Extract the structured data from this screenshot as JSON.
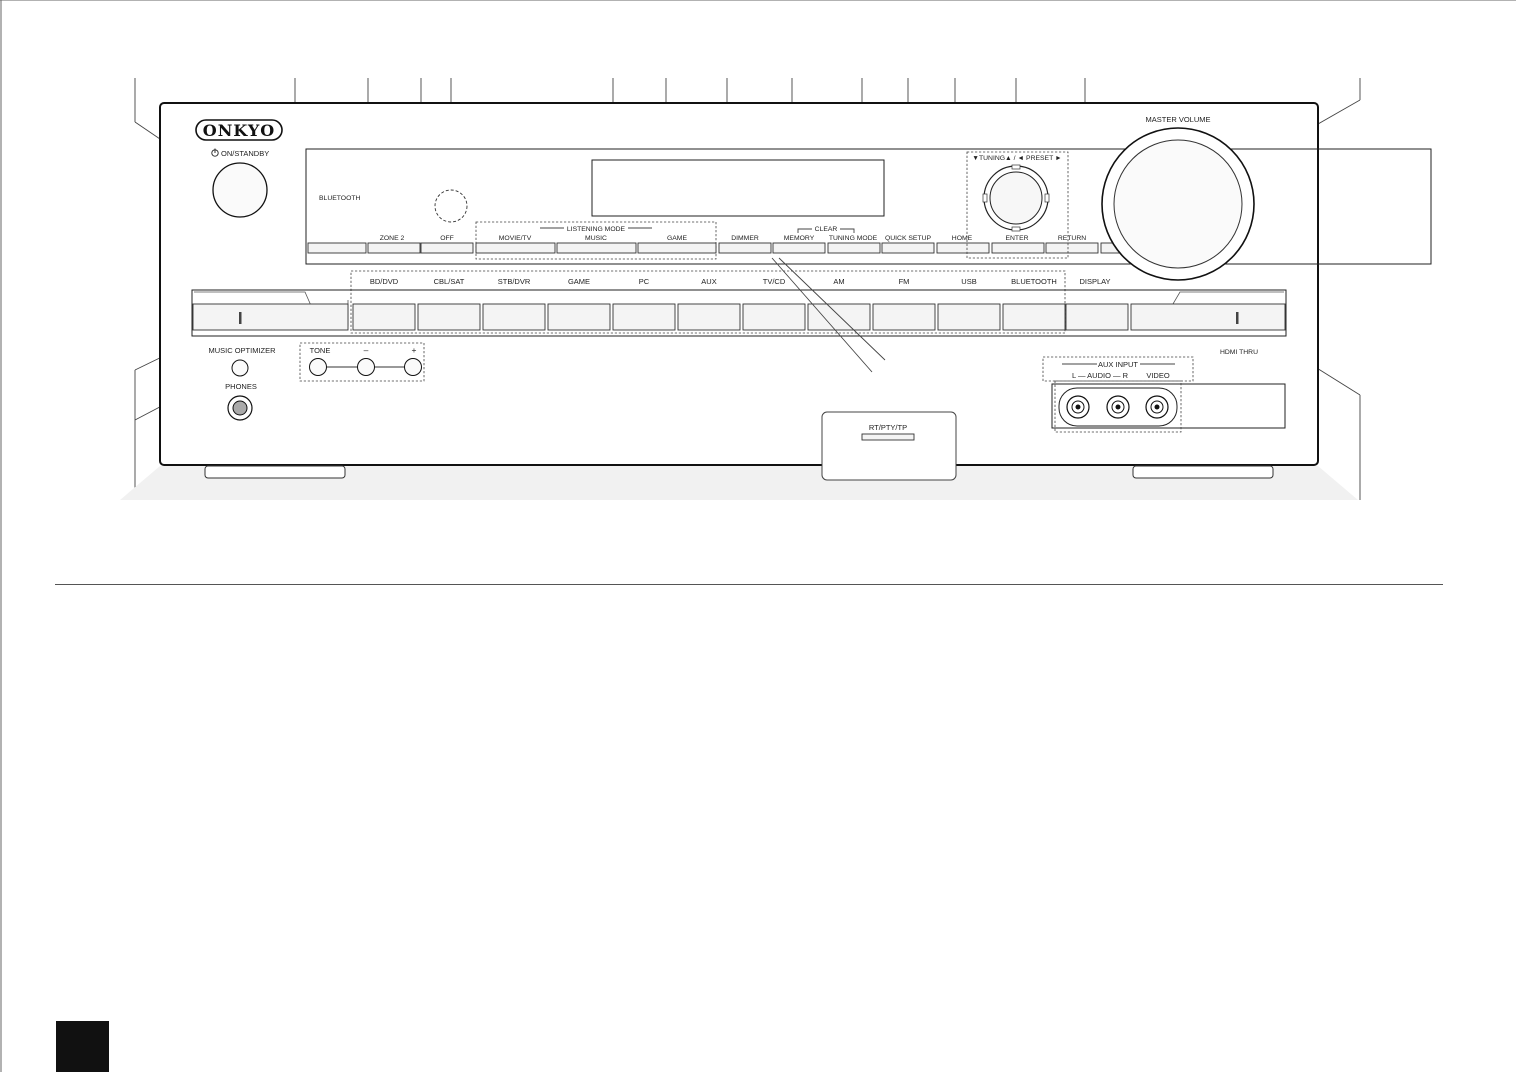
{
  "brand": "ONKYO",
  "power": {
    "label": "ON/STANDBY",
    "icon": "power-icon"
  },
  "bluetooth_indicator": "BLUETOOTH",
  "top_buttons": [
    "ZONE 2",
    "OFF",
    "MOVIE/TV",
    "MUSIC",
    "GAME",
    "DIMMER",
    "MEMORY",
    "TUNING MODE",
    "QUICK SETUP",
    "HOME",
    "ENTER",
    "RETURN"
  ],
  "listening_mode_label": "LISTENING MODE",
  "clear_label": "CLEAR",
  "tuning_preset_label": "▼TUNING▲ / ◄ PRESET ►",
  "master_volume_label": "MASTER VOLUME",
  "input_selectors": [
    "BD/DVD",
    "CBL/SAT",
    "STB/DVR",
    "GAME",
    "PC",
    "AUX",
    "TV/CD",
    "AM",
    "FM",
    "USB",
    "BLUETOOTH"
  ],
  "display_button": "DISPLAY",
  "music_optimizer": "MUSIC OPTIMIZER",
  "phones": "PHONES",
  "tone": {
    "label": "TONE",
    "minus": "–",
    "plus": "+"
  },
  "hdmi_thru": "HDMI THRU",
  "aux_input": {
    "title": "AUX INPUT",
    "audio": "L — AUDIO — R",
    "video": "VIDEO"
  },
  "rds_button": "RT/PTY/TP",
  "colors": {
    "line": "#333333",
    "panel": "#ffffff",
    "corner_block": "#111111"
  }
}
